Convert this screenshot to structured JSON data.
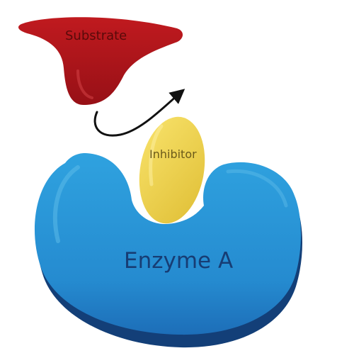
{
  "labels": {
    "substrate": "Substrate",
    "inhibitor": "Inhibitor",
    "enzyme": "Enzyme A"
  },
  "colors": {
    "substrate": "#b5151b",
    "substrate_dark": "#8a0f14",
    "inhibitor": "#f0d64f",
    "inhibitor_dark": "#d9b932",
    "enzyme": "#2a94d4",
    "enzyme_dark": "#17508f",
    "enzyme_shadow": "#123f75",
    "arrow": "#111111"
  }
}
